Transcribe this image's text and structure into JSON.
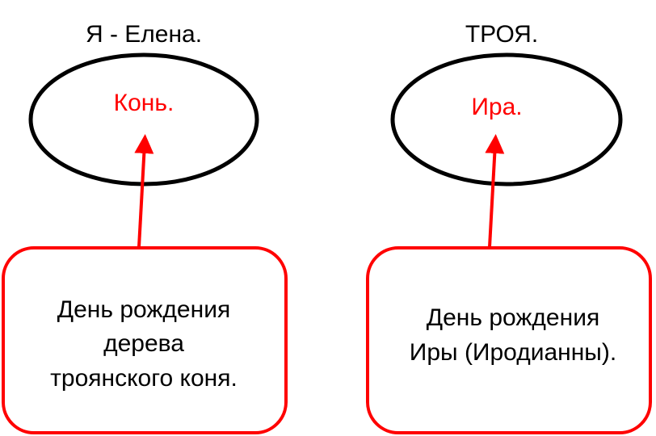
{
  "left": {
    "title": "Я - Елена.",
    "ellipse_label": "Конь.",
    "box_lines": [
      "День рождения",
      "дерева",
      "троянского коня."
    ]
  },
  "right": {
    "title": "ТРОЯ.",
    "ellipse_label": "Ира.",
    "box_lines": [
      "День рождения",
      "Иры (Иродианны)."
    ]
  },
  "colors": {
    "accent": "#ff0000",
    "outline": "#000000"
  }
}
